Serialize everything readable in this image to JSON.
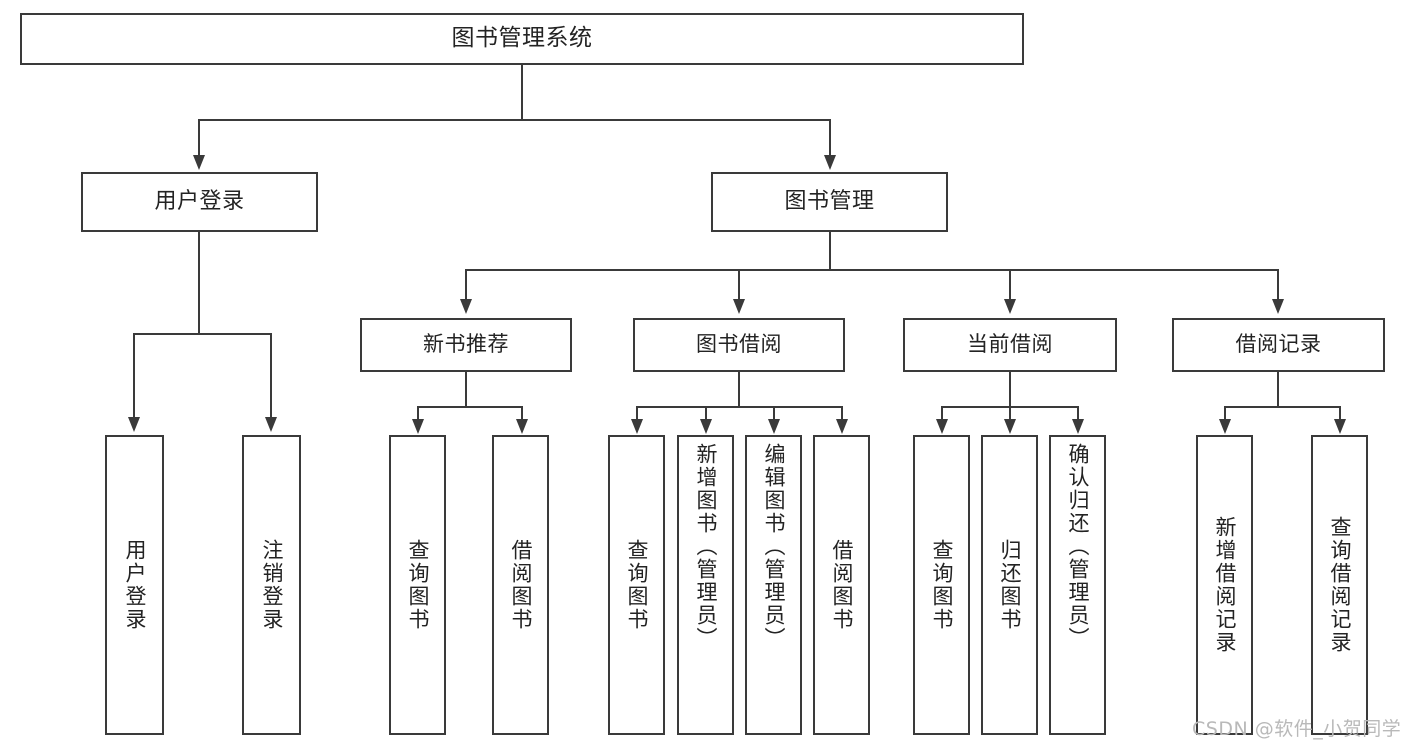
{
  "diagram": {
    "type": "tree",
    "title": "图书管理系统",
    "root": {
      "id": "root",
      "label": "图书管理系统"
    },
    "level1": [
      {
        "id": "user-login",
        "label": "用户登录"
      },
      {
        "id": "book-manage",
        "label": "图书管理"
      }
    ],
    "level2": [
      {
        "id": "new-book-recommend",
        "label": "新书推荐",
        "parent": "book-manage"
      },
      {
        "id": "book-borrow",
        "label": "图书借阅",
        "parent": "book-manage"
      },
      {
        "id": "current-borrow",
        "label": "当前借阅",
        "parent": "book-manage"
      },
      {
        "id": "borrow-record",
        "label": "借阅记录",
        "parent": "book-manage"
      }
    ],
    "leaves": [
      {
        "id": "leaf-user-login",
        "label": "用户登录",
        "parent": "user-login"
      },
      {
        "id": "leaf-user-logout",
        "label": "注销登录",
        "parent": "user-login"
      },
      {
        "id": "leaf-query-book-1",
        "label": "查询图书",
        "parent": "new-book-recommend"
      },
      {
        "id": "leaf-borrow-book-1",
        "label": "借阅图书",
        "parent": "new-book-recommend"
      },
      {
        "id": "leaf-query-book-2",
        "label": "查询图书",
        "parent": "book-borrow"
      },
      {
        "id": "leaf-add-book",
        "label": "新增图书（管理员）",
        "parent": "book-borrow"
      },
      {
        "id": "leaf-edit-book",
        "label": "编辑图书（管理员）",
        "parent": "book-borrow"
      },
      {
        "id": "leaf-borrow-book-2",
        "label": "借阅图书",
        "parent": "book-borrow"
      },
      {
        "id": "leaf-query-book-3",
        "label": "查询图书",
        "parent": "current-borrow"
      },
      {
        "id": "leaf-return-book",
        "label": "归还图书",
        "parent": "current-borrow"
      },
      {
        "id": "leaf-confirm-return",
        "label": "确认归还（管理员）",
        "parent": "current-borrow"
      },
      {
        "id": "leaf-add-record",
        "label": "新增借阅记录",
        "parent": "borrow-record"
      },
      {
        "id": "leaf-query-record",
        "label": "查询借阅记录",
        "parent": "borrow-record"
      }
    ]
  },
  "watermark": {
    "text": "CSDN @软件_小贺同学"
  },
  "colors": {
    "border": "#3a3a3a",
    "text": "#232323",
    "background": "#ffffff",
    "watermark": "#b9b9b9"
  }
}
